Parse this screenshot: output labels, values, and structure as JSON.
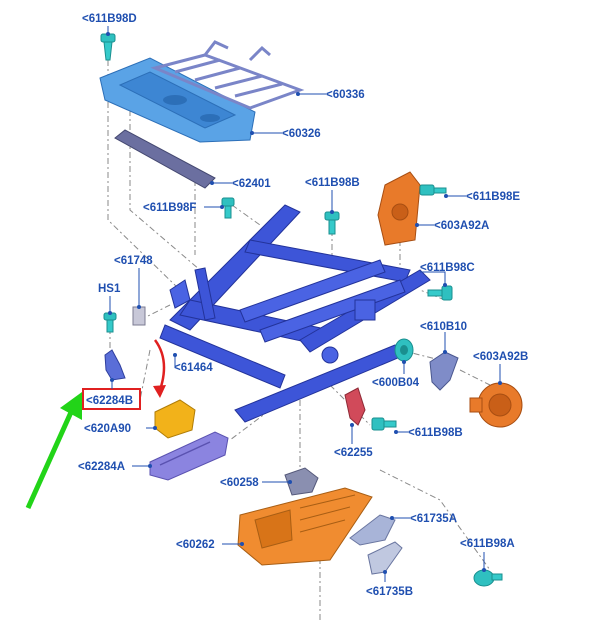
{
  "colors": {
    "label": "#1f4fb0",
    "highlight_box": "#e02020",
    "pointer_arrow": "#22d418",
    "curved_arrow": "#e02020",
    "frame_blue": "#3d55d8",
    "light_blue": "#5aa3e6",
    "bracket_orange": "#e87a2a",
    "rail_orange": "#f08c30",
    "teal_fastener": "#2fc0c0",
    "pad_yellow": "#f2b21a",
    "cover_violet": "#8b84e0",
    "gray_part": "#8a8fb0"
  },
  "labels": {
    "p611B98D": "<611B98D",
    "p60336": "<60336",
    "p60326": "<60326",
    "p62401": "<62401",
    "p611B98F": "<611B98F",
    "p611B98B_top": "<611B98B",
    "p611B98E": "<611B98E",
    "p603A92A": "<603A92A",
    "p61748": "<61748",
    "p611B98C": "<611B98C",
    "pHS1": "HS1",
    "p610B10": "<610B10",
    "p61464": "<61464",
    "p603A92B": "<603A92B",
    "p600B04": "<600B04",
    "p62284B": "<62284B",
    "p620A90": "<620A90",
    "p611B98B_bottom": "<611B98B",
    "p62255": "<62255",
    "p62284A": "<62284A",
    "p60258": "<60258",
    "p61735A": "<61735A",
    "p60262": "<60262",
    "p611B98A": "<611B98A",
    "p61735B": "<61735B"
  },
  "icons": [
    "screw-icon",
    "push-pin-icon",
    "red-curved-arrow-icon",
    "green-pointer-arrow-icon"
  ]
}
